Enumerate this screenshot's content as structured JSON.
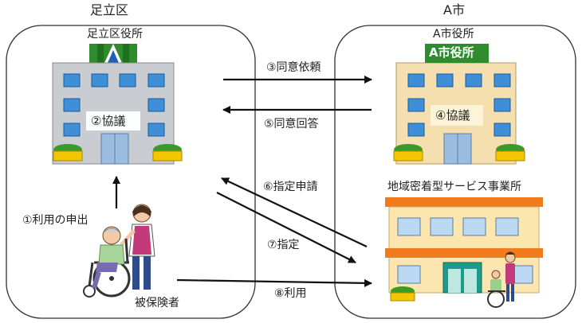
{
  "regions": {
    "left": {
      "title": "足立区",
      "office_label": "足立区役所"
    },
    "right": {
      "title": "A市",
      "office_label": "A市役所",
      "office_sign": "A市役所"
    }
  },
  "steps": {
    "s1": "①利用の申出",
    "s2": "②協議",
    "s3": "③同意依頼",
    "s4": "④協議",
    "s5": "⑤同意回答",
    "s6": "⑥指定申請",
    "s7": "⑦指定",
    "s8": "⑧利用"
  },
  "facility": {
    "label": "地域密着型サービス事業所"
  },
  "person": {
    "label": "被保険者"
  },
  "colors": {
    "border": "#333333",
    "left_building": "#c9ccd1",
    "right_building": "#f6dfae",
    "window": "#3f8fd8",
    "sign_green": "#2e8b2e",
    "facility_wall": "#fbe6b0",
    "facility_roof": "#f07c1e"
  }
}
